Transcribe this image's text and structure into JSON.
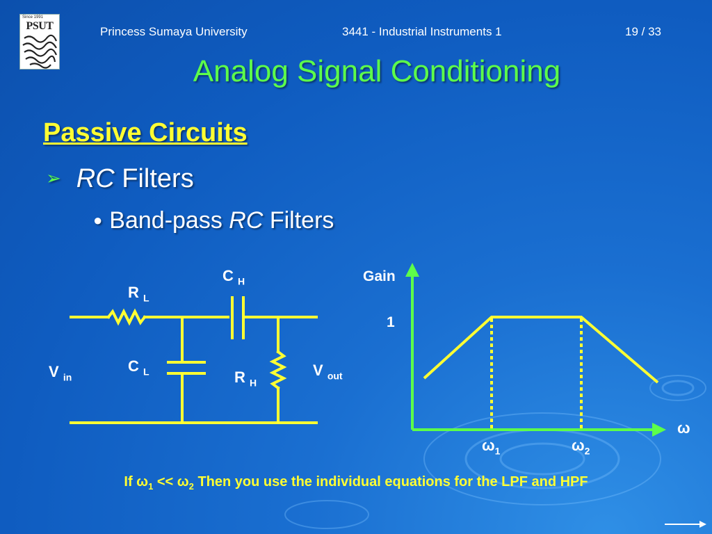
{
  "header": {
    "logo_since": "Since 1991",
    "logo_abbr": "PSUT",
    "university": "Princess Sumaya University",
    "course": "3441 - Industrial Instruments 1",
    "page": "19 / 33"
  },
  "title": "Analog Signal Conditioning",
  "section": "Passive Circuits",
  "bullet1": {
    "italic": "RC",
    "rest": " Filters"
  },
  "bullet2": {
    "pre": "Band-pass ",
    "italic": "RC",
    "rest": " Filters"
  },
  "circuit": {
    "rl": "R",
    "rl_sub": "L",
    "ch": "C",
    "ch_sub": "H",
    "cl": "C",
    "cl_sub": "L",
    "rh": "R",
    "rh_sub": "H",
    "vin": "V",
    "vin_sub": "in",
    "vout": "V",
    "vout_sub": "out"
  },
  "graph": {
    "y_label": "Gain",
    "y_tick": "1",
    "x_label": "ω",
    "w1": "ω",
    "w1_sub": "1",
    "w2": "ω",
    "w2_sub": "2"
  },
  "footer": {
    "p1": "If ω",
    "s1": "1",
    "p2": " << ω",
    "s2": "2",
    "p3": " Then you use the individual equations for the LPF and HPF"
  },
  "colors": {
    "wire": "#ffff33",
    "axis": "#5dff4a",
    "title": "#5dff4a",
    "accent": "#ffff33"
  }
}
